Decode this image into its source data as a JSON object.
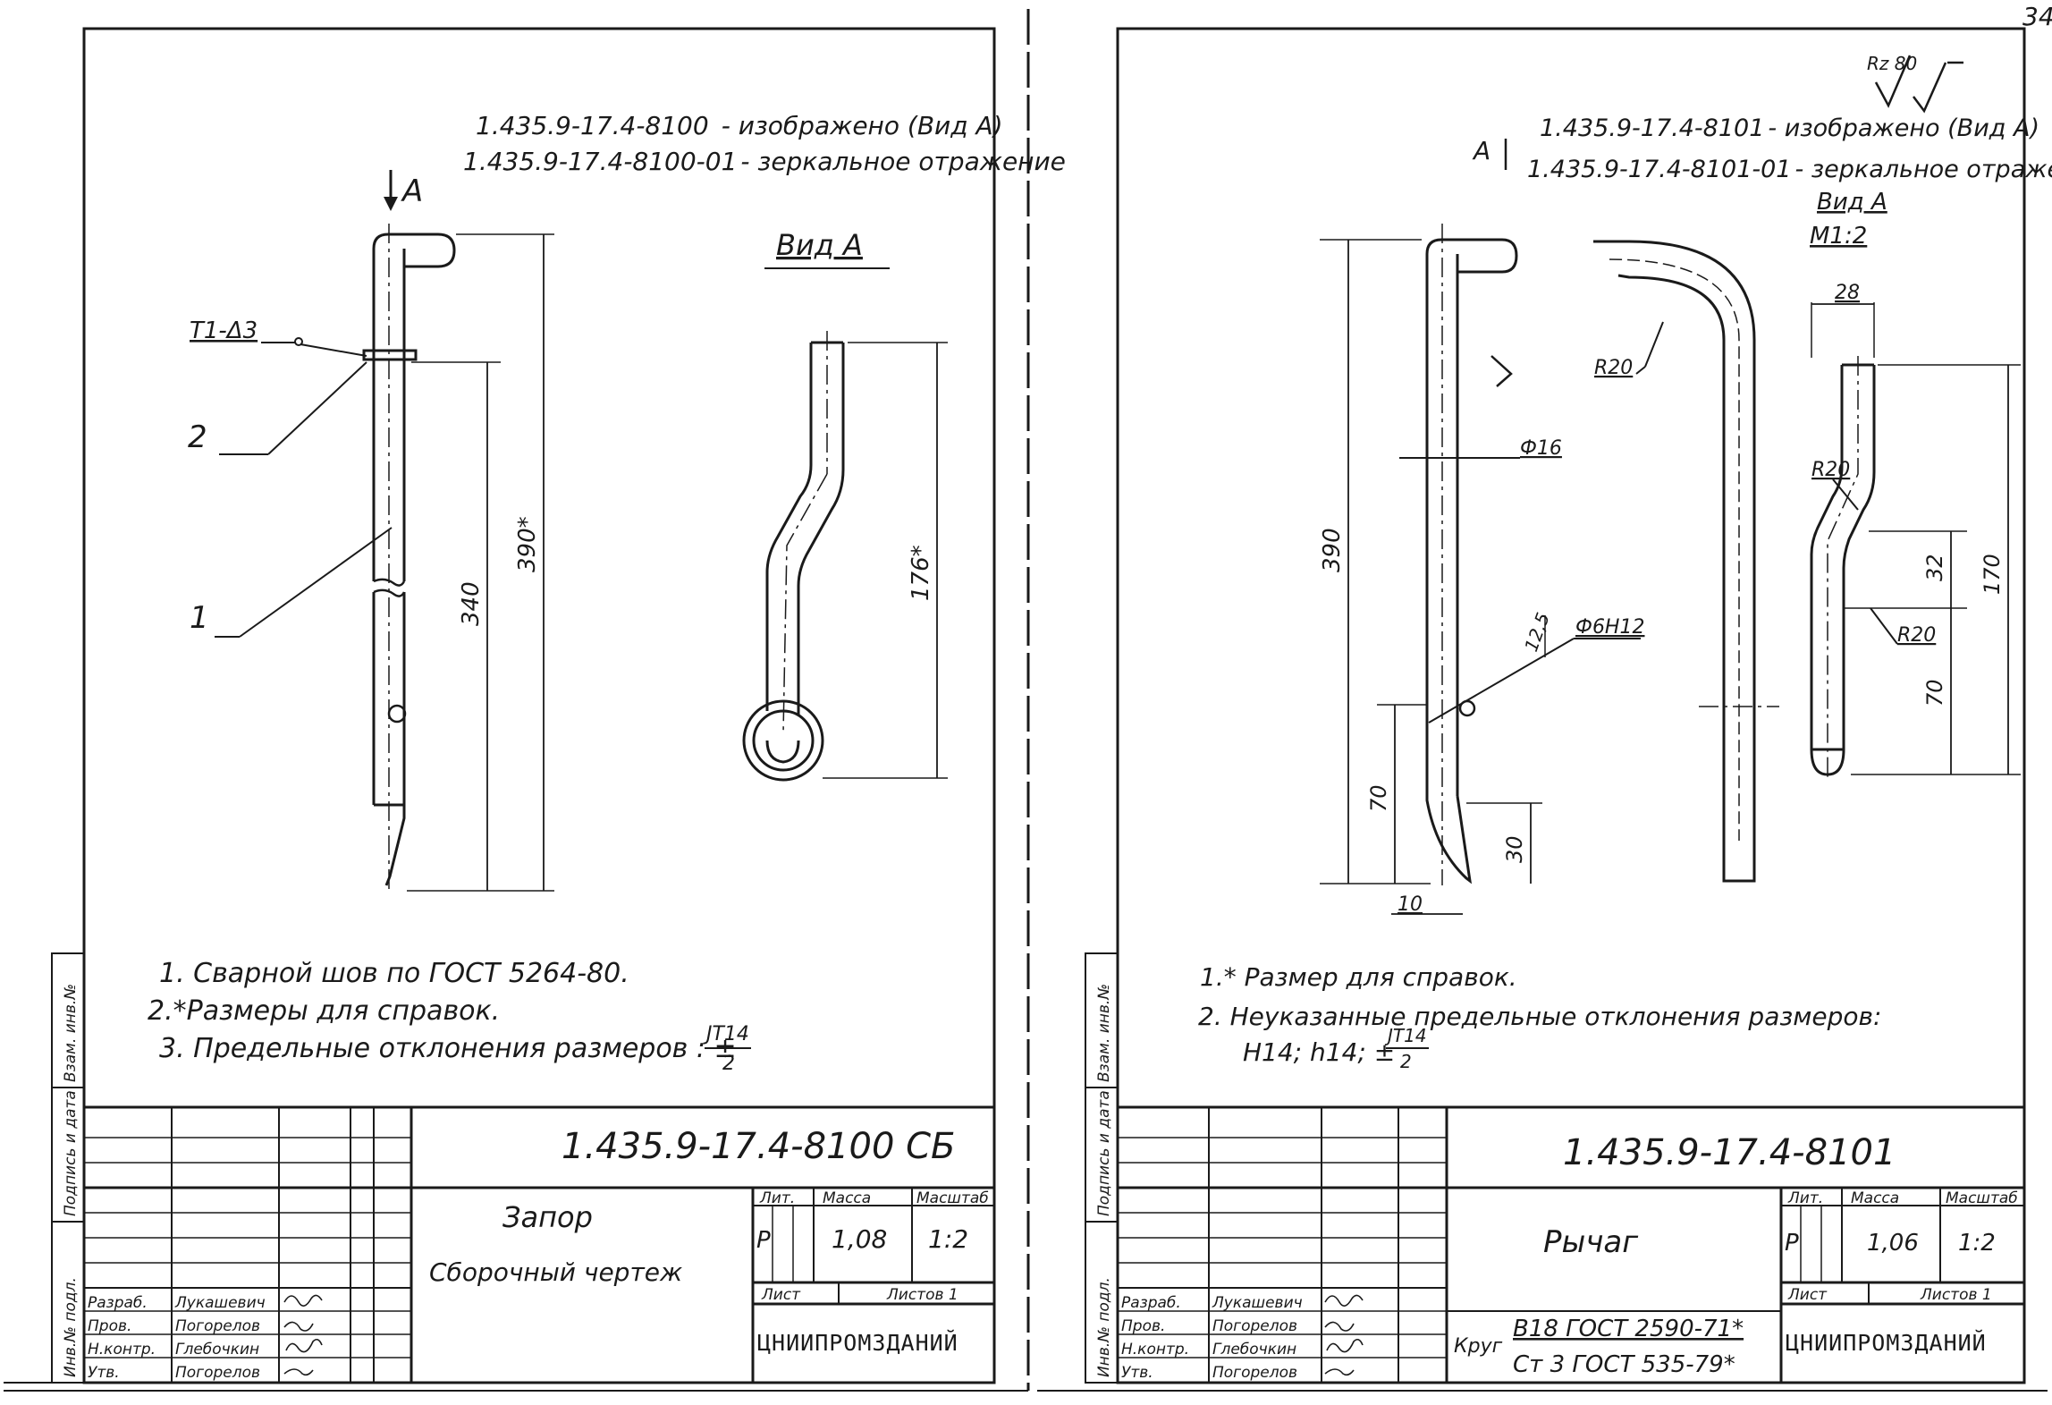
{
  "page_number": "34",
  "roughness_mark": "Rz 80",
  "left_sheet": {
    "desig_main": "1.435.9-17.4-8100",
    "desig_main_note": "- изображено (Вид А)",
    "desig_mirror": "1.435.9-17.4-8100-01",
    "desig_mirror_note": "- зеркальное отражение",
    "view_arrow_label": "А",
    "view_label": "Вид А",
    "weld_callout": "Т1-Δ3",
    "part_2": "2",
    "part_1": "1",
    "dim_390": "390*",
    "dim_340": "340",
    "dim_176": "176*",
    "notes": [
      "1. Сварной шов по ГОСТ 5264-80.",
      "2.*Размеры для справок.",
      "3. Предельные отклонения размеров : ±"
    ],
    "note3_tol_num": "JT14",
    "note3_tol_den": "2",
    "title_block": {
      "designation": "1.435.9-17.4-8100 СБ",
      "name": "Запор",
      "doc_type": "Сборочный чертеж",
      "lit_header": "Лит.",
      "mass_header": "Масса",
      "scale_header": "Масштаб",
      "lit_value": "Р",
      "mass": "1,08",
      "scale": "1:2",
      "sheet_label": "Лист",
      "sheets_label": "Листов 1",
      "org": "ЦНИИПРОМЗДАНИЙ",
      "roles": [
        "Разраб.",
        "Пров.",
        "Н.контр.",
        "Утв."
      ],
      "names": [
        "Лукашевич",
        "Погорелов",
        "Глебочкин",
        "Погорелов"
      ]
    },
    "side_strip": [
      "Инв.№ подл.",
      "Подпись и дата",
      "Взам. инв.№"
    ]
  },
  "right_sheet": {
    "desig_main": "1.435.9-17.4-8101",
    "desig_main_note": "- изображено (Вид А)",
    "desig_mirror": "1.435.9-17.4-8101-01",
    "desig_mirror_note": "- зеркальное отражение",
    "view_arrow_label": "А",
    "view_label": "Вид А",
    "view_scale": "М1:2",
    "r_top": "R20",
    "r_mid": "R20",
    "r_low": "R20",
    "dia_16": "Ф16",
    "dia_6": "Ф6Н12",
    "dim_390": "390",
    "dim_125": "12,5",
    "dim_70_left": "70",
    "dim_30": "30",
    "dim_10": "10",
    "dim_28": "28",
    "dim_32": "32",
    "dim_170": "170",
    "dim_70_right": "70",
    "notes": [
      "1.* Размер для справок.",
      "2. Неуказанные предельные отклонения размеров:",
      "H14; h14; ±"
    ],
    "note2_tol_num": "JT14",
    "note2_tol_den": "2",
    "title_block": {
      "designation": "1.435.9-17.4-8101",
      "name": "Рычаг",
      "material_prefix": "Круг",
      "material_1": "В18 ГОСТ 2590-71*",
      "material_2": "Ст 3 ГОСТ 535-79*",
      "lit_header": "Лит.",
      "mass_header": "Масса",
      "scale_header": "Масштаб",
      "lit_value": "Р",
      "mass": "1,06",
      "scale": "1:2",
      "sheet_label": "Лист",
      "sheets_label": "Листов 1",
      "org": "ЦНИИПРОМЗДАНИЙ",
      "roles": [
        "Разраб.",
        "Пров.",
        "Н.контр.",
        "Утв."
      ],
      "names": [
        "Лукашевич",
        "Погорелов",
        "Глебочкин",
        "Погорелов"
      ]
    },
    "side_strip": [
      "Инв.№ подл.",
      "Подпись и дата",
      "Взам. инв.№"
    ]
  }
}
